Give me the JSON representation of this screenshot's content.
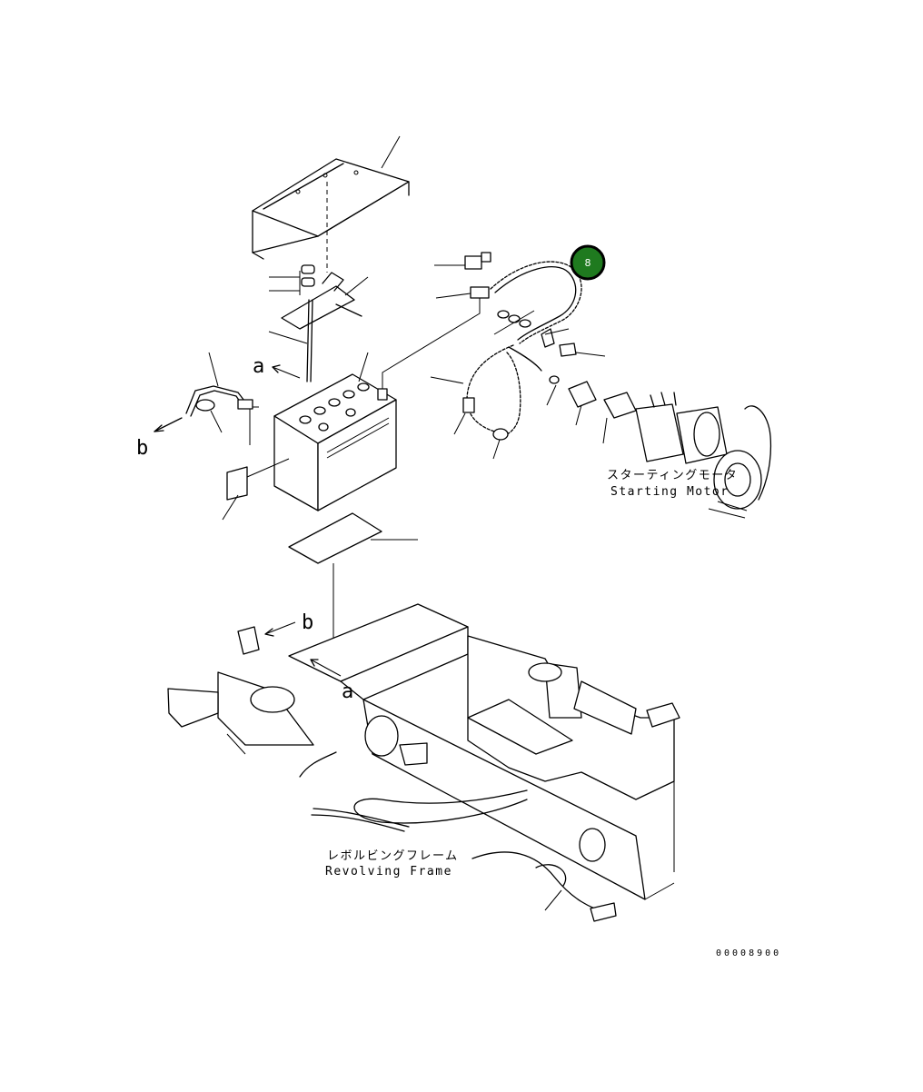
{
  "labels": {
    "starting_motor_jp": "スターティングモータ",
    "starting_motor_en": "Starting Motor",
    "revolving_frame_jp": "レボルビングフレーム",
    "revolving_frame_en": "Revolving Frame",
    "view_a_top": "a",
    "view_a_bottom": "a",
    "view_b_left": "b",
    "view_b_frame": "b",
    "drawing_code": "00008900"
  },
  "callout": {
    "number": "8",
    "color": "#1f7a1f",
    "ring_color": "#000000"
  }
}
